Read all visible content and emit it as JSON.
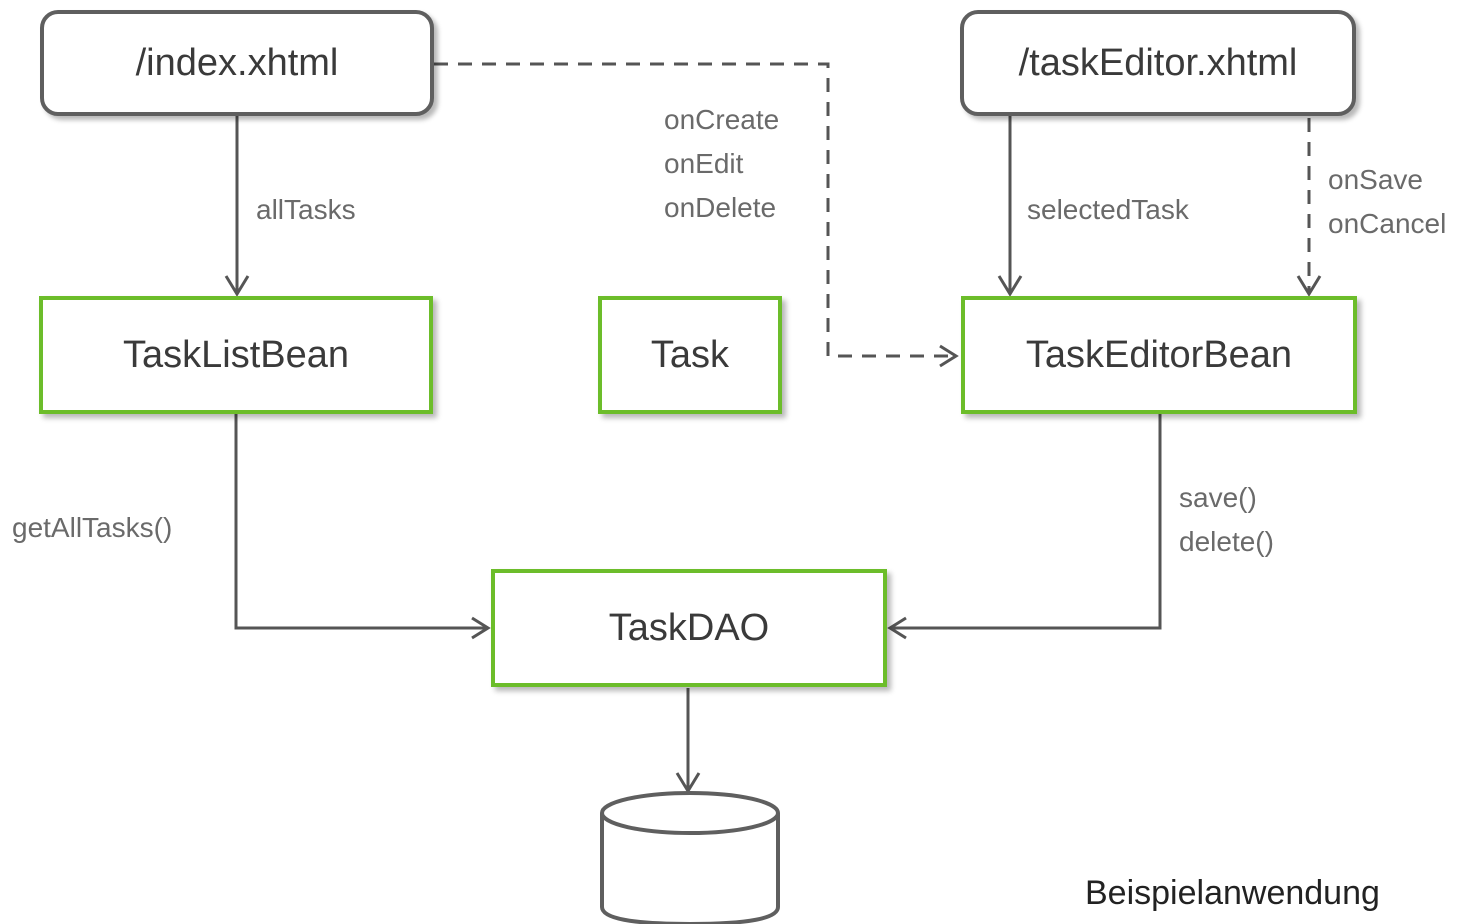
{
  "nodes": {
    "index_view": "/index.xhtml",
    "task_editor_view": "/taskEditor.xhtml",
    "task_list_bean": "TaskListBean",
    "task": "Task",
    "task_editor_bean": "TaskEditorBean",
    "task_dao": "TaskDAO"
  },
  "edges": {
    "all_tasks": "allTasks",
    "on_create": "onCreate",
    "on_edit": "onEdit",
    "on_delete": "onDelete",
    "selected_task": "selectedTask",
    "on_save": "onSave",
    "on_cancel": "onCancel",
    "get_all_tasks": "getAllTasks()",
    "save": "save()",
    "delete": "delete()"
  },
  "caption": "Beispielanwendung",
  "colors": {
    "view_border": "#5f5f5f",
    "bean_border": "#6cbd2a",
    "connector": "#555555",
    "label_text": "#6a6a6a"
  }
}
